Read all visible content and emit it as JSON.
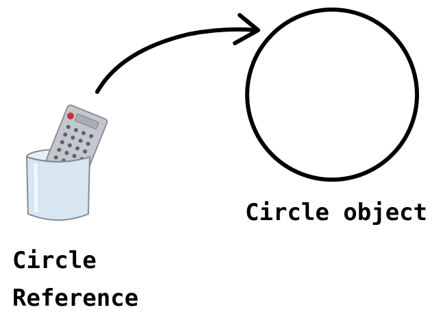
{
  "labels": {
    "object": "Circle object",
    "reference_line1": "Circle",
    "reference_line2": "Reference"
  },
  "colors": {
    "ink": "#000000",
    "cup_fill": "#d8e6f2",
    "cup_stroke": "#7f8c99",
    "remote_body": "#c4c7cc",
    "remote_buttons": "#5a6272",
    "remote_red_button": "#c8323c"
  },
  "icons": {
    "arrow": "curved-arrow-icon",
    "circle": "circle-object-icon",
    "cup": "cup-icon",
    "remote": "remote-control-icon"
  }
}
